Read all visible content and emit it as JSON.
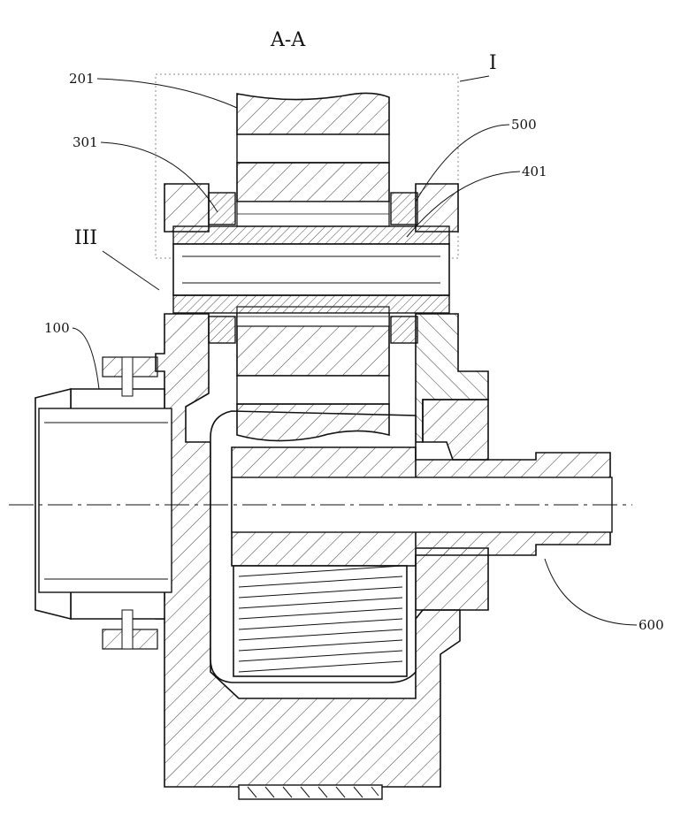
{
  "drawing": {
    "section_title": "A-A",
    "detail_marks": {
      "detail_I": "I",
      "detail_III": "III"
    },
    "part_labels": {
      "p100": "100",
      "p201": "201",
      "p301": "301",
      "p401": "401",
      "p500": "500",
      "p600": "600"
    }
  },
  "colors": {
    "ink": "#1a1a1a",
    "hatch": "#3a3a3a",
    "dotted_frame": "#888888",
    "paper": "#ffffff"
  }
}
